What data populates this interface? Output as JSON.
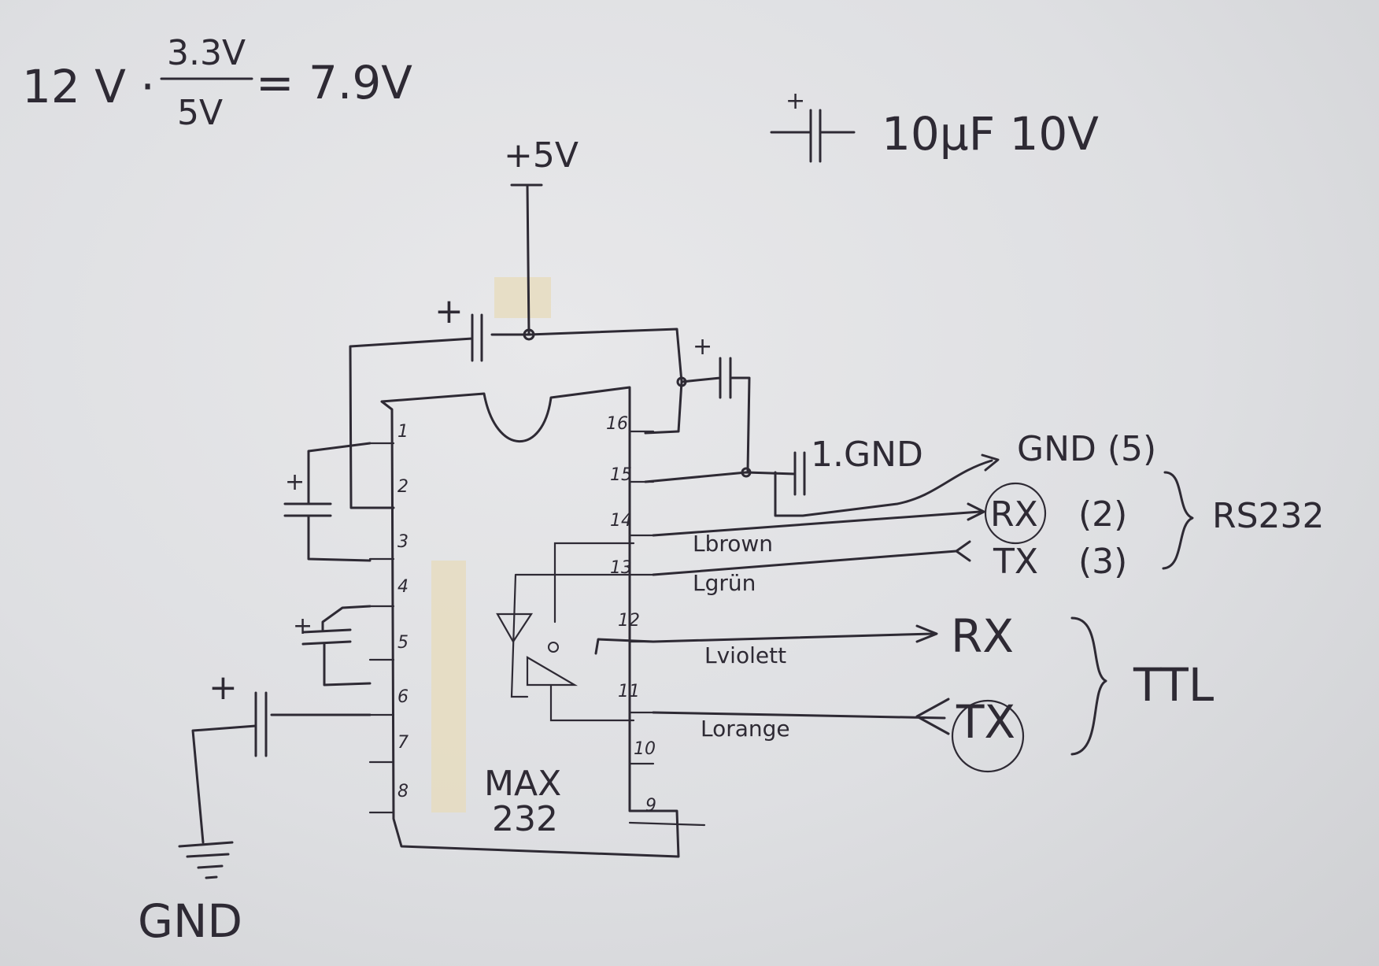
{
  "formula": {
    "left": "12 V ·",
    "numerator": "3.3V",
    "denominator": "5V",
    "result": "= 7.9V"
  },
  "capacitor_note": "10μF 10V",
  "supply": {
    "vcc": "+5V",
    "gnd": "GND"
  },
  "plus": "+",
  "chip": {
    "line1": "MAX",
    "line2": "232"
  },
  "pins_left": [
    "1",
    "2",
    "3",
    "4",
    "5",
    "6",
    "7",
    "8"
  ],
  "pins_right": [
    "16",
    "15",
    "14",
    "13",
    "12",
    "11",
    "10",
    "9"
  ],
  "gnd_tap": "1.GND",
  "wires": {
    "brown": "Lbrown",
    "green": "Lgrün",
    "violet": "Lviolett",
    "orange": "Lorange"
  },
  "rs232": {
    "gnd": "GND (5)",
    "rx": "RX",
    "rx_pin": "(2)",
    "tx": "TX",
    "tx_pin": "(3)",
    "label": "RS232"
  },
  "ttl": {
    "rx": "RX",
    "tx": "TX",
    "label": "TTL"
  }
}
